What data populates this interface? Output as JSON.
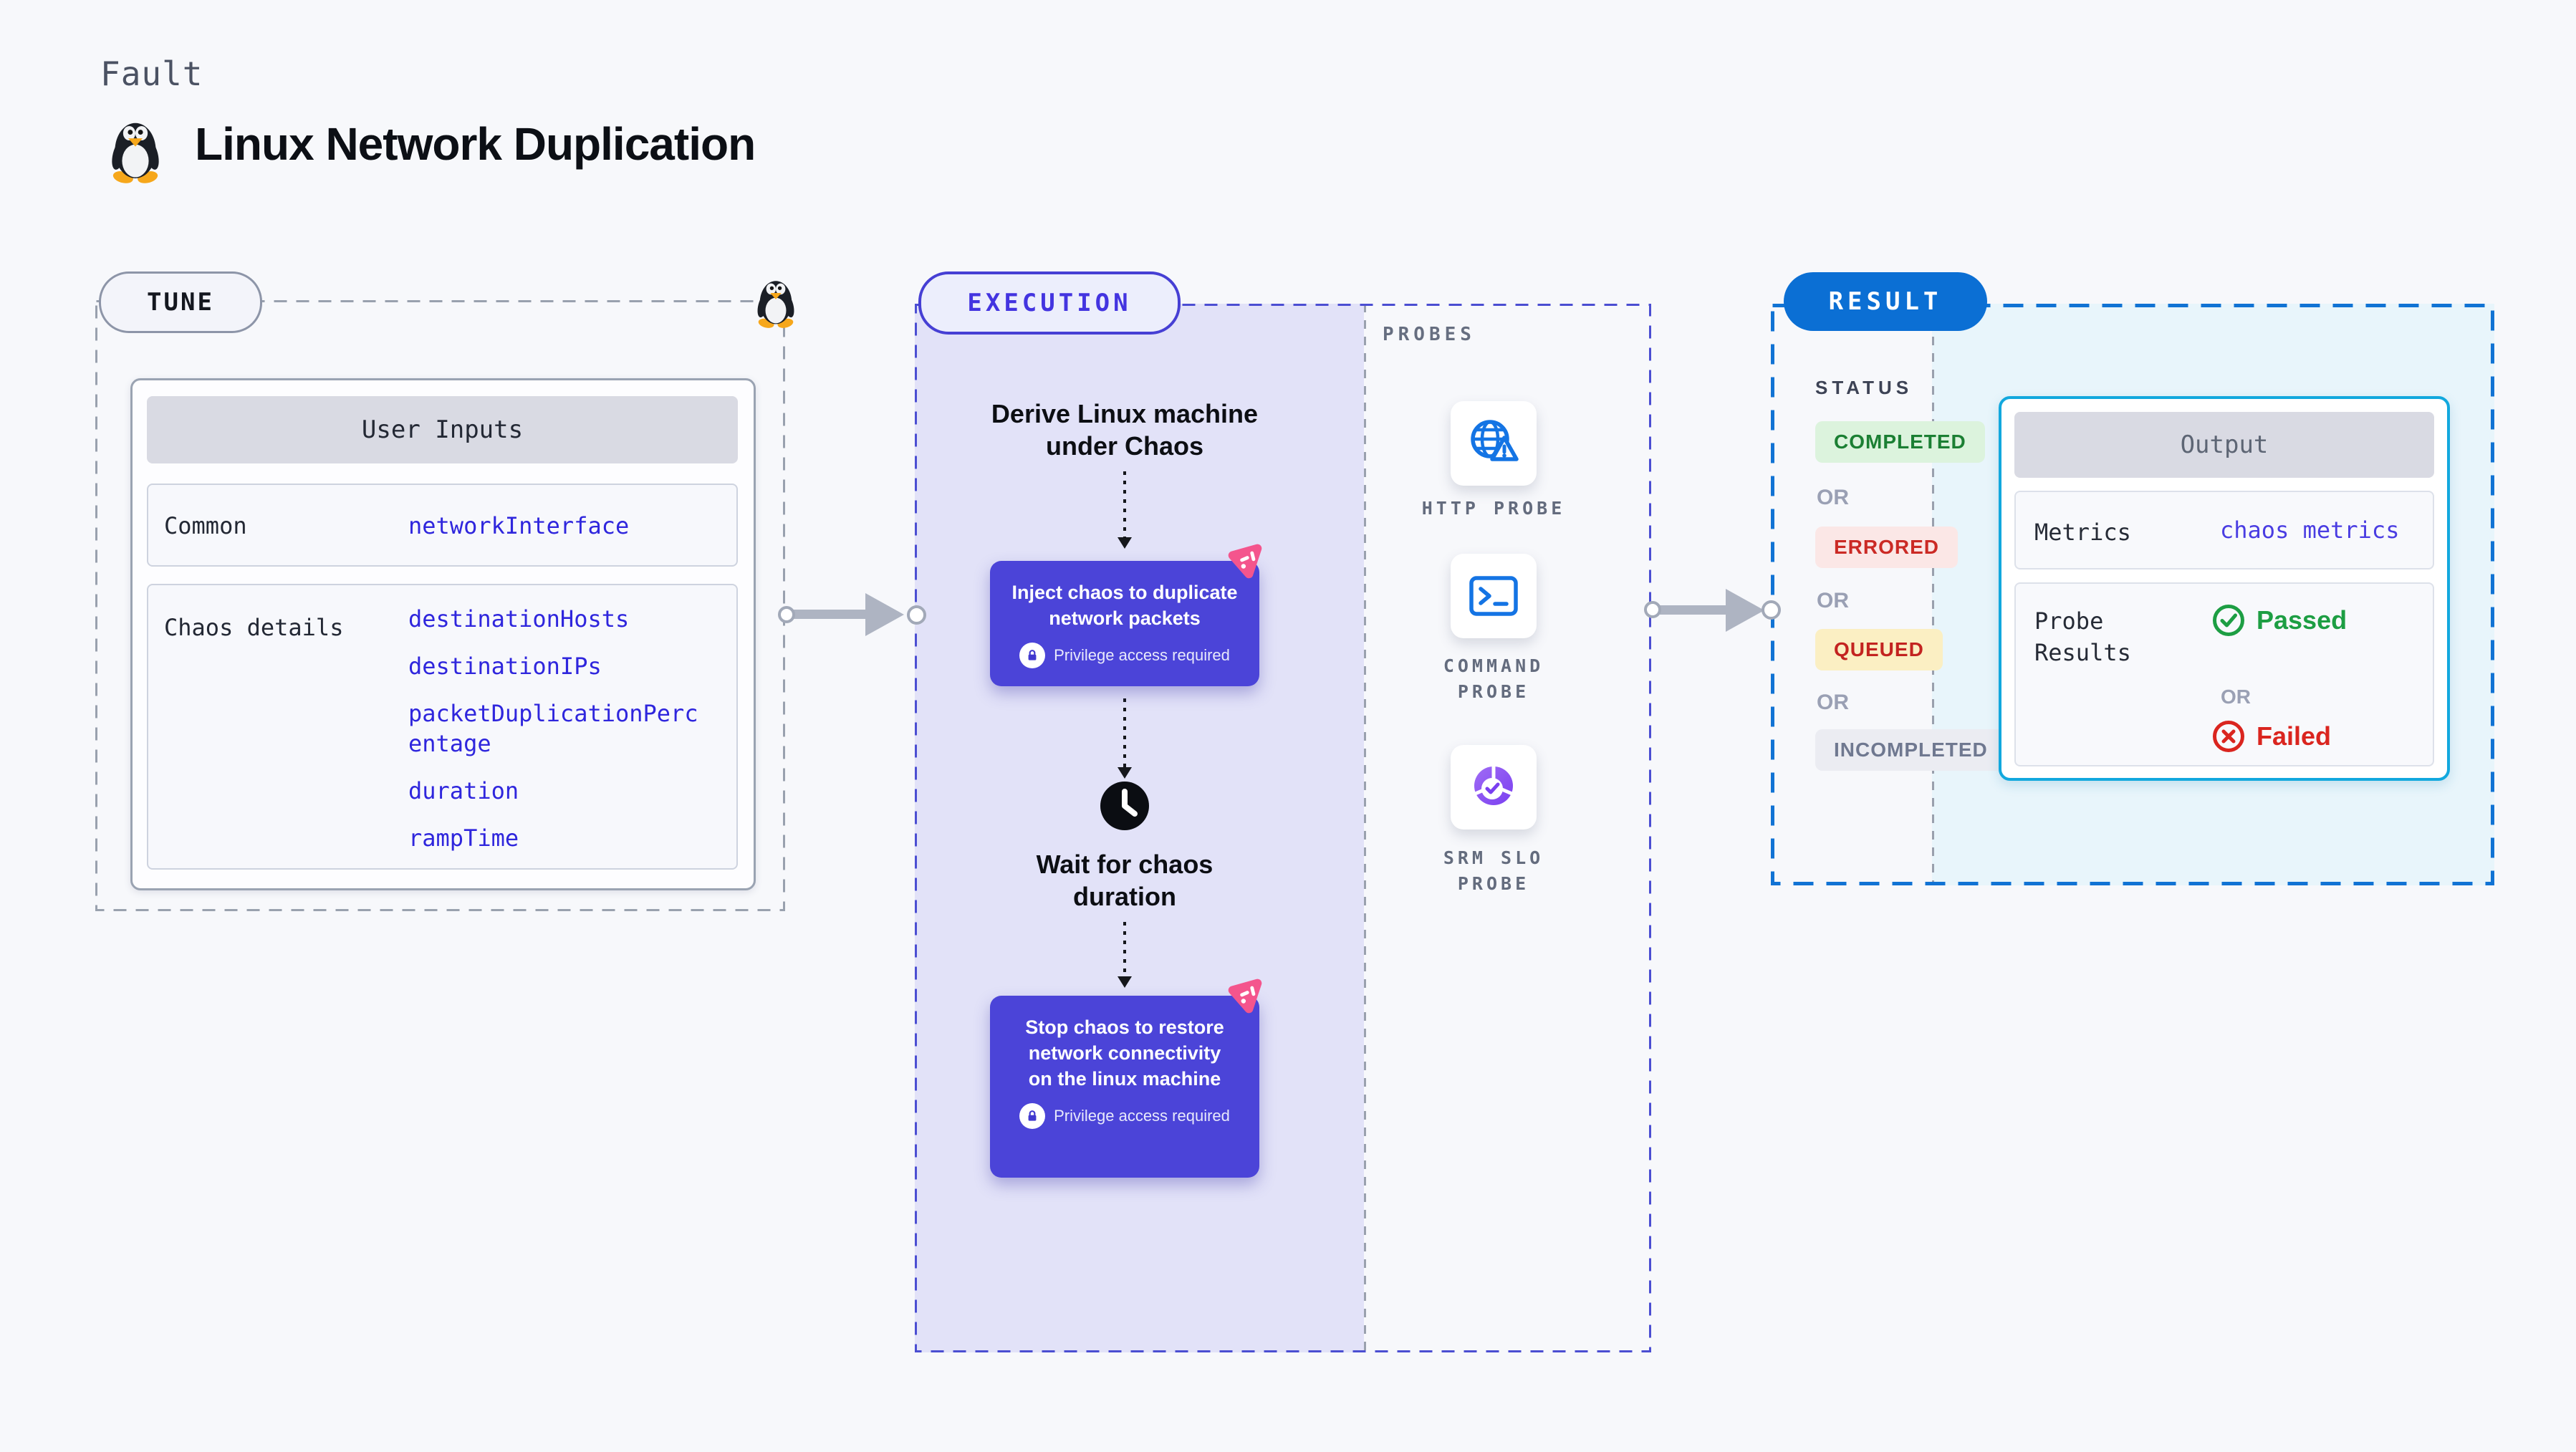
{
  "header": {
    "eyebrow": "Fault",
    "title": "Linux Network Duplication"
  },
  "tune": {
    "pill_label": "TUNE",
    "user_inputs": {
      "header": "User Inputs",
      "common_label": "Common",
      "common_value": "networkInterface",
      "chaos_label": "Chaos details",
      "chaos_values": [
        "destinationHosts",
        "destinationIPs",
        "packetDuplicationPercentage",
        "duration",
        "rampTime"
      ]
    }
  },
  "execution": {
    "pill_label": "EXECUTION",
    "derive_step": "Derive Linux machine under Chaos",
    "inject_step": "Inject chaos to duplicate network packets",
    "privilege_note": "Privilege access required",
    "wait_step": "Wait for chaos duration",
    "stop_step": "Stop chaos to restore network connectivity on the linux machine",
    "probes": {
      "heading": "PROBES",
      "http_label": "HTTP PROBE",
      "command_label": "COMMAND PROBE",
      "srm_label": "SRM SLO PROBE"
    }
  },
  "result": {
    "pill_label": "RESULT",
    "status_heading": "STATUS",
    "or": "OR",
    "badges": {
      "completed": "COMPLETED",
      "errored": "ERRORED",
      "queued": "QUEUED",
      "incompleted": "INCOMPLETED"
    },
    "output": {
      "header": "Output",
      "metrics_label": "Metrics",
      "metrics_value": "chaos metrics",
      "probe_label": "Probe Results",
      "passed": "Passed",
      "failed": "Failed"
    }
  },
  "colors": {
    "page_bg": "#f7f8fb",
    "tune_dash": "#99a1ae",
    "execution_dash": "#4b4ed2",
    "result_dash": "#1173d4",
    "lavender_panel": "#e2e2f8",
    "cyan_panel": "#e8f5fb",
    "chaos_step_bg": "#4b44d8",
    "value_blue": "#2f26dd",
    "metrics_blue": "#4a3de2",
    "result_pill_blue": "#0b6fd4",
    "output_border_cyan": "#12a8de",
    "passed_green": "#1d9e43",
    "failed_red": "#da251f",
    "completed_green": "#1b7f33",
    "errored_red": "#cb2a25",
    "queued_red": "#c32320",
    "probe_icon_blue": "#1474e4",
    "srm_icon_purple": "#8a5cf0",
    "chaos_badge_pink": "#f4558d"
  }
}
